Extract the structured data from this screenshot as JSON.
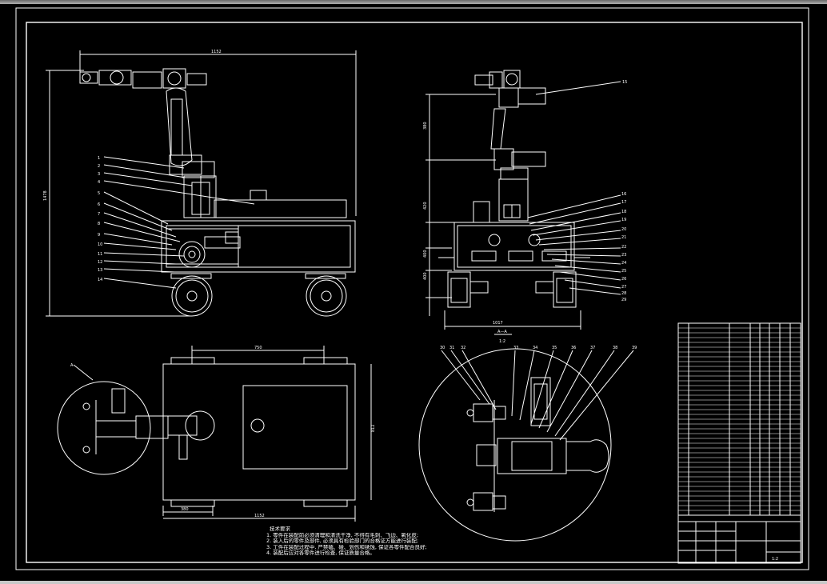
{
  "drawing": {
    "front_view": {
      "dim_width": "1152",
      "dim_height": "1478",
      "balloons": [
        "1",
        "2",
        "3",
        "4",
        "5",
        "6",
        "7",
        "8",
        "9",
        "10",
        "11",
        "12",
        "13",
        "14"
      ]
    },
    "side_view": {
      "dim_base": "1017",
      "dim_a": "380",
      "dim_b": "420",
      "dim_c": "400",
      "dim_d": "400",
      "callout_top": "15",
      "balloons": [
        "16",
        "17",
        "18",
        "19",
        "20",
        "21",
        "22",
        "23",
        "24",
        "25",
        "26",
        "27",
        "28",
        "29"
      ],
      "section_label": "A—A",
      "section_scale": "1:2"
    },
    "top_view": {
      "dim_top": "750",
      "dim_bottom_a": "380",
      "dim_bottom_b": "1152",
      "dim_right": "812",
      "detail_marker": "A"
    },
    "detail_view": {
      "balloons": [
        "30",
        "31",
        "32",
        "33",
        "34",
        "35",
        "36",
        "37",
        "38",
        "39"
      ]
    },
    "technical_notes": {
      "title": "技术要求",
      "lines": [
        "1. 零件在装配前必须清理和清洗干净, 不得有毛刺、飞边、氧化皮;",
        "2. 装入后的零件及部件, 必须具有检验部门的合格证方能进行装配;",
        "3. 工件在装配过程中, 严禁磕、碰、划伤和锈蚀, 保证各零件配合良好;",
        "4. 装配后应对各零件进行检查, 保证质量合格。"
      ]
    },
    "title_block": {
      "scale": "1:2"
    }
  },
  "colors": {
    "background": "#000000",
    "line": "#ffffff",
    "frame": "#ffffff"
  }
}
